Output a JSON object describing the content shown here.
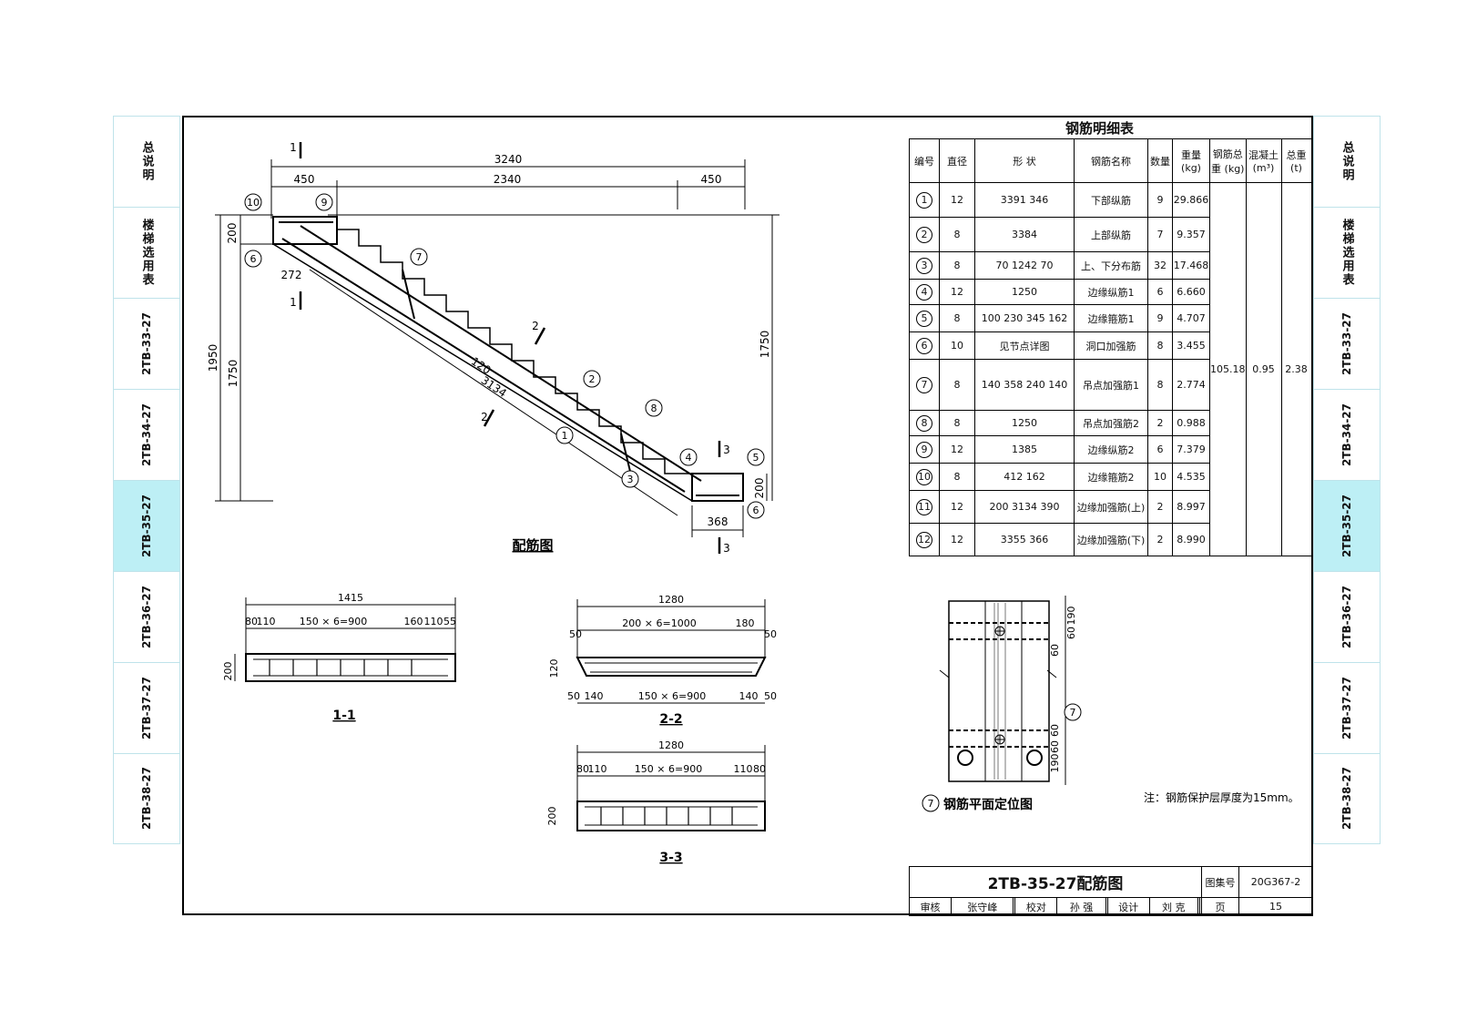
{
  "side_tabs": [
    "总说明",
    "楼梯选用表",
    "2TB-33-27",
    "2TB-34-27",
    "2TB-35-27",
    "2TB-36-27",
    "2TB-37-27",
    "2TB-38-27"
  ],
  "active_tab": "2TB-35-27",
  "main": {
    "caption": "配筋图",
    "dims": {
      "d3240": "3240",
      "d450a": "450",
      "d2340": "2340",
      "d450b": "450",
      "d200a": "200",
      "d272": "272",
      "d1950": "1950",
      "d1750a": "1750",
      "d1750b": "1750",
      "d120": "120",
      "d3134": "3134",
      "d200b": "200",
      "d368": "368"
    },
    "sec_marks": {
      "s1": "1",
      "s2": "2",
      "s3": "3"
    }
  },
  "section_1": {
    "label": "1-1",
    "d1415": "1415",
    "d80": "80",
    "d110a": "110",
    "d900": "150 × 6=900",
    "d160": "160",
    "d110b": "110",
    "d55": "55",
    "d200": "200"
  },
  "section_2": {
    "label": "2-2",
    "d1280": "1280",
    "d50a": "50",
    "d1000": "200 × 6=1000",
    "d180": "180",
    "d50b": "50",
    "d120": "120",
    "d50c": "50",
    "d140a": "140",
    "d900": "150 × 6=900",
    "d140b": "140",
    "d50d": "50"
  },
  "section_3": {
    "label": "3-3",
    "d1280": "1280",
    "d80a": "80",
    "d110a": "110",
    "d900": "150 × 6=900",
    "d110b": "110",
    "d80b": "80",
    "d200": "200"
  },
  "table": {
    "title": "钢筋明细表",
    "headers": [
      "编号",
      "直径",
      "形  状",
      "钢筋名称",
      "数量",
      "重量 (kg)",
      "钢筋总重 (kg)",
      "混凝土 (m³)",
      "总重 (t)"
    ],
    "rows": [
      {
        "no": "1",
        "dia": "12",
        "shape": "3391 346",
        "name": "下部纵筋",
        "qty": "9",
        "wt": "29.866"
      },
      {
        "no": "2",
        "dia": "8",
        "shape": "3384",
        "name": "上部纵筋",
        "qty": "7",
        "wt": "9.357"
      },
      {
        "no": "3",
        "dia": "8",
        "shape": "70 1242 70",
        "name": "上、下分布筋",
        "qty": "32",
        "wt": "17.468"
      },
      {
        "no": "4",
        "dia": "12",
        "shape": "1250",
        "name": "边缘纵筋1",
        "qty": "6",
        "wt": "6.660"
      },
      {
        "no": "5",
        "dia": "8",
        "shape": "100 230 345 162",
        "name": "边缘箍筋1",
        "qty": "9",
        "wt": "4.707"
      },
      {
        "no": "6",
        "dia": "10",
        "shape": "见节点详图",
        "name": "洞口加强筋",
        "qty": "8",
        "wt": "3.455"
      },
      {
        "no": "7",
        "dia": "8",
        "shape": "140 358 240 140",
        "name": "吊点加强筋1",
        "qty": "8",
        "wt": "2.774"
      },
      {
        "no": "8",
        "dia": "8",
        "shape": "1250",
        "name": "吊点加强筋2",
        "qty": "2",
        "wt": "0.988"
      },
      {
        "no": "9",
        "dia": "12",
        "shape": "1385",
        "name": "边缘纵筋2",
        "qty": "6",
        "wt": "7.379"
      },
      {
        "no": "10",
        "dia": "8",
        "shape": "412 162",
        "name": "边缘箍筋2",
        "qty": "10",
        "wt": "4.535"
      },
      {
        "no": "11",
        "dia": "12",
        "shape": "200 3134 390",
        "name": "边缘加强筋(上)",
        "qty": "2",
        "wt": "8.997"
      },
      {
        "no": "12",
        "dia": "12",
        "shape": "3355 366",
        "name": "边缘加强筋(下)",
        "qty": "2",
        "wt": "8.990"
      }
    ],
    "total_steel": "105.18",
    "concrete": "0.95",
    "total_weight": "2.38"
  },
  "plan": {
    "caption": "钢筋平面定位图",
    "dims": [
      "190",
      "60",
      "60",
      "60",
      "60",
      "190"
    ]
  },
  "note": "注：钢筋保护层厚度为15mm。",
  "title_block": {
    "title": "2TB-35-27配筋图",
    "atlas_label": "图集号",
    "atlas_no": "20G367-2",
    "review_label": "审核",
    "reviewer": "张守峰",
    "check_label": "校对",
    "checker": "孙 强",
    "design_label": "设计",
    "designer": "刘 克",
    "page_label": "页",
    "page_no": "15"
  }
}
